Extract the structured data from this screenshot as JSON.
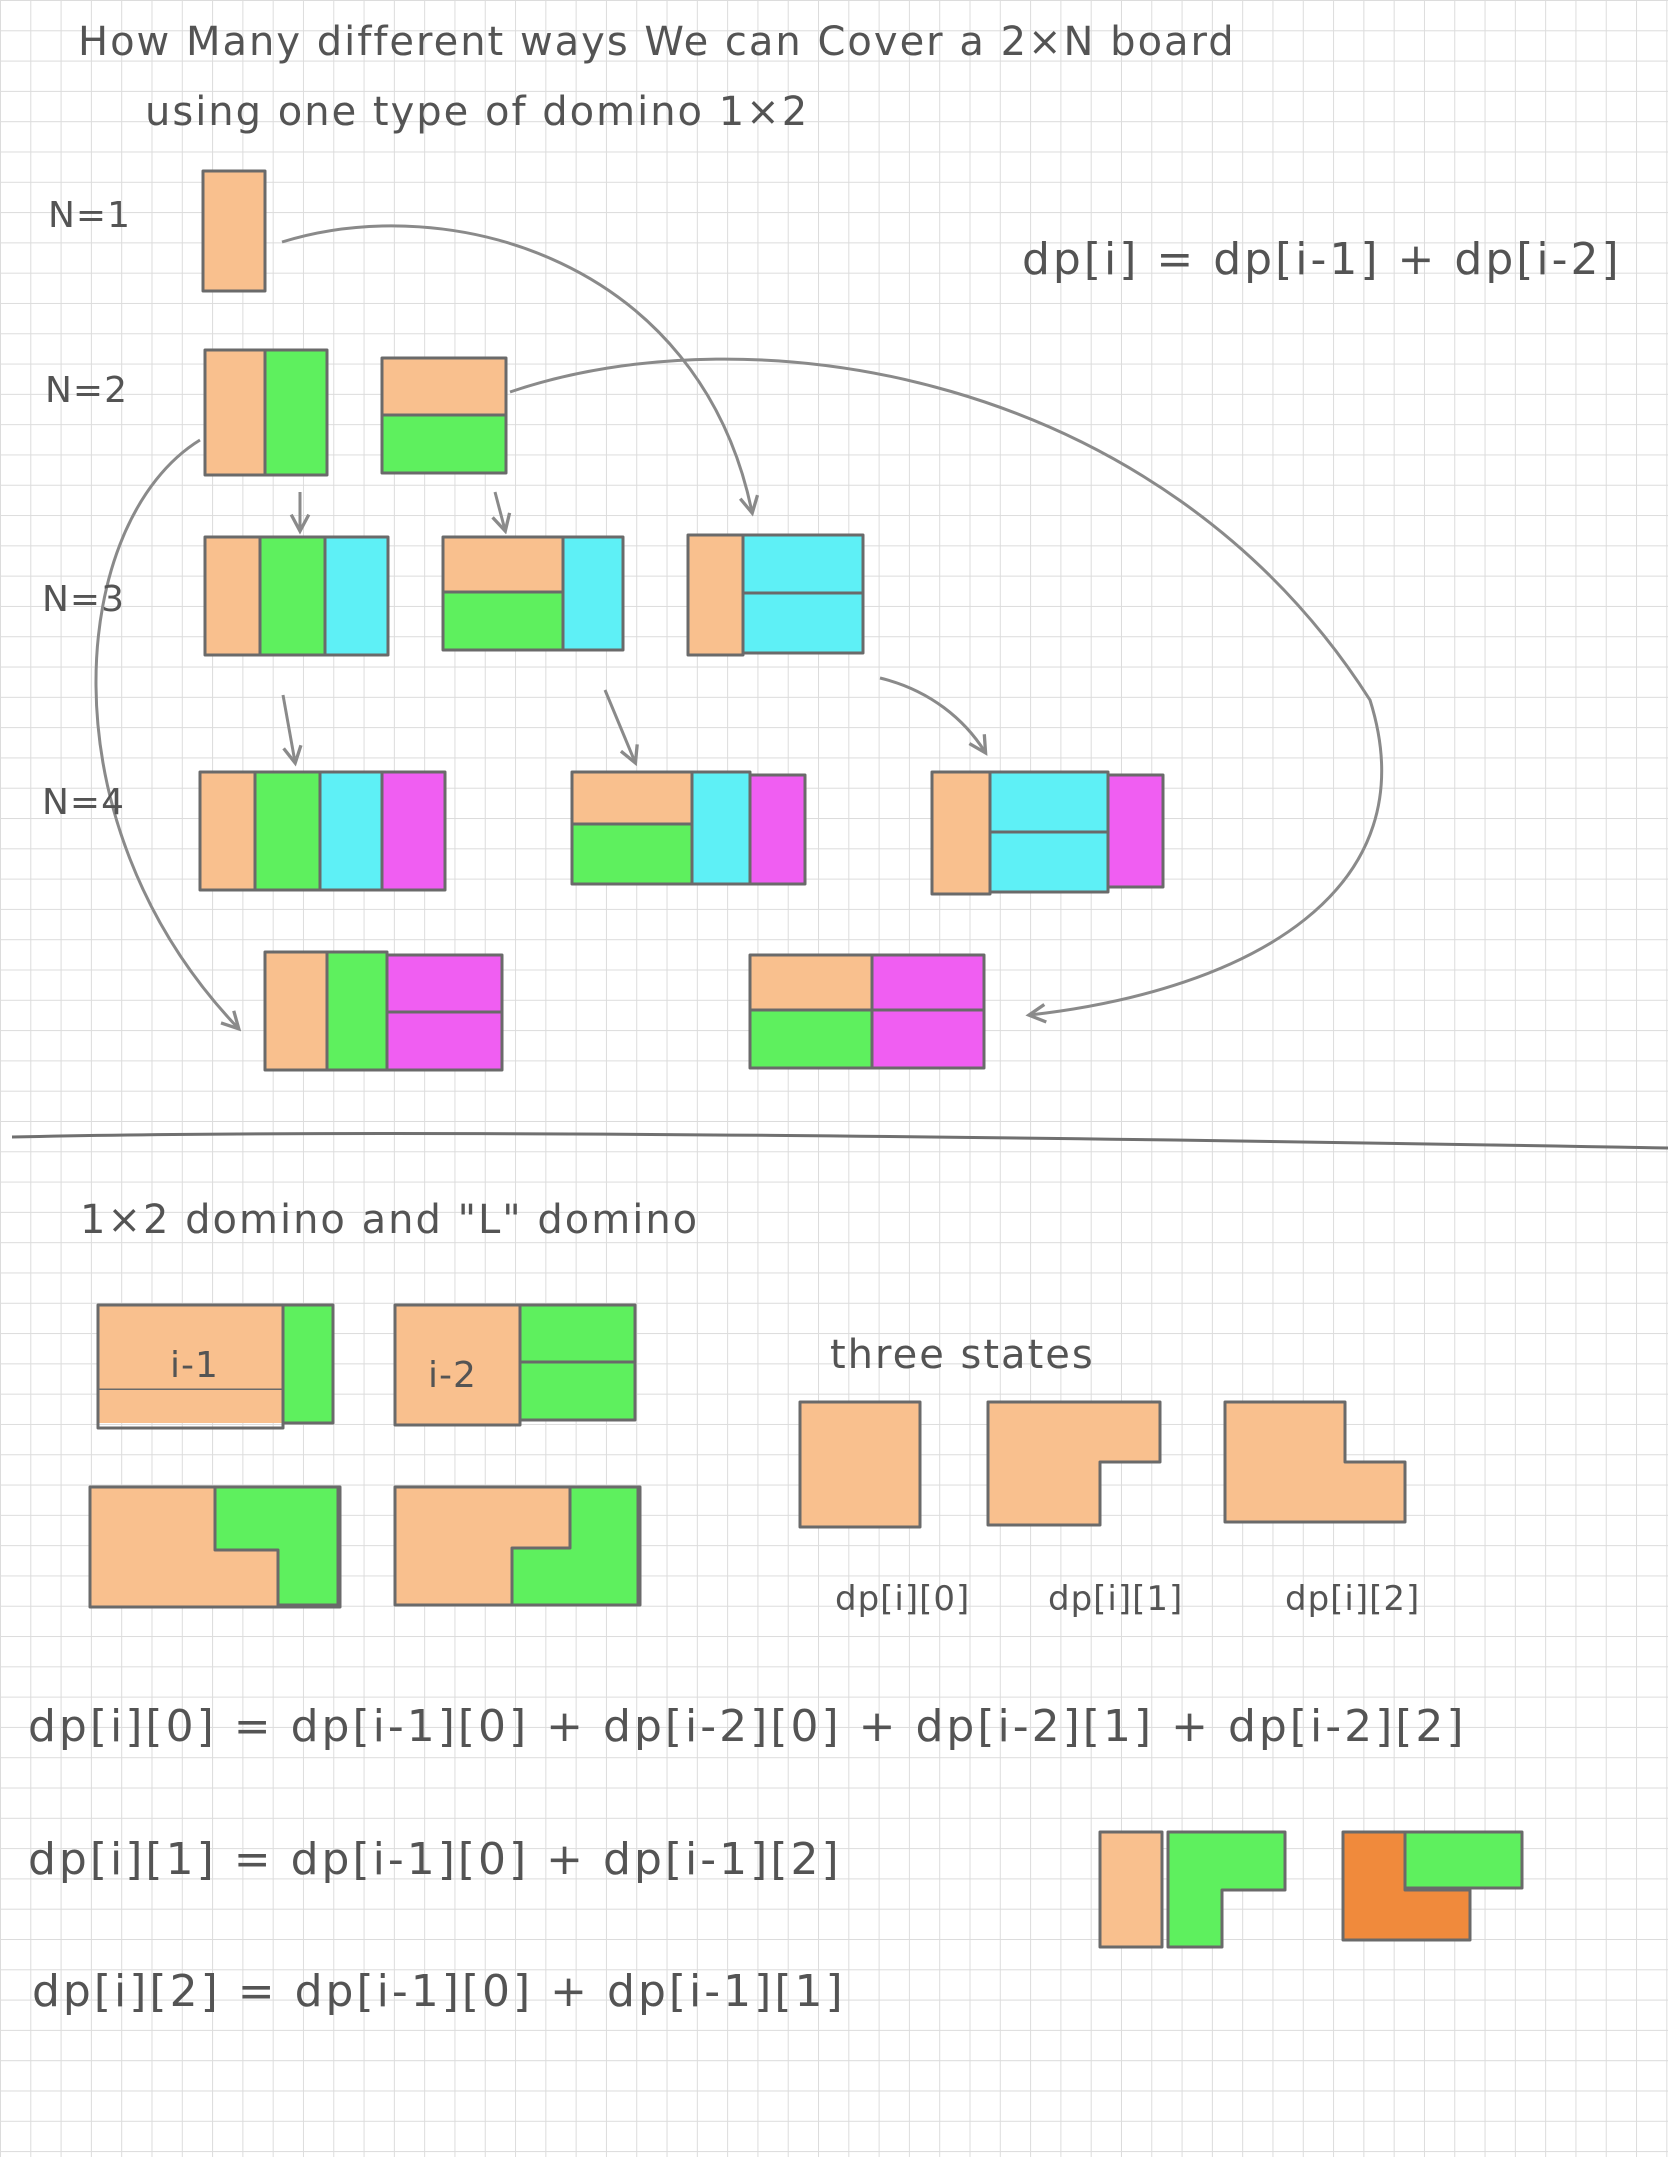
{
  "title": {
    "line1": "How Many different ways We can Cover a 2×N board",
    "line2": "using one type of domino 1×2"
  },
  "rows": {
    "n1": "N=1",
    "n2": "N=2",
    "n3": "N=3",
    "n4": "N=4"
  },
  "recurrence_top": "dp[i] = dp[i-1] + dp[i-2]",
  "section2_title": "1×2 domino and \"L\" domino",
  "tile_labels": {
    "i_minus_1": "i-1",
    "i_minus_2": "i-2"
  },
  "states": {
    "heading": "three states",
    "labels": [
      "dp[i][0]",
      "dp[i][1]",
      "dp[i][2]"
    ]
  },
  "formulas": [
    "dp[i][0] = dp[i-1][0] + dp[i-2][0] + dp[i-2][1] + dp[i-2][2]",
    "dp[i][1] = dp[i-1][0] + dp[i-1][2]",
    "dp[i][2] = dp[i-1][0] + dp[i-1][1]"
  ],
  "colors": {
    "orange": "#f9c08e",
    "green": "#5ef05e",
    "cyan": "#5ef0f6",
    "magenta": "#f05ef2",
    "ink": "#545454",
    "arrow": "#8a8a8a"
  }
}
